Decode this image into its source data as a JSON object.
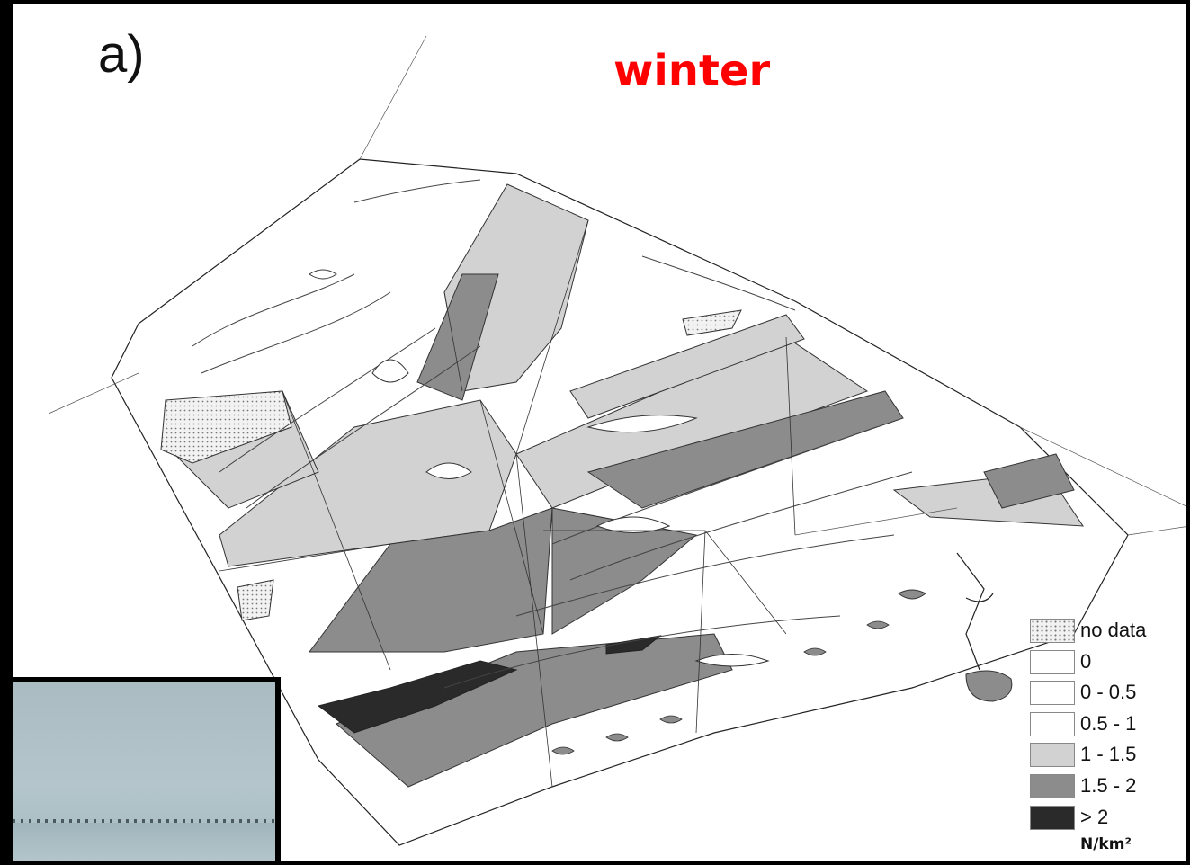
{
  "figure": {
    "panel_label": "a)",
    "season_title": "winter",
    "title_color": "#ff0000"
  },
  "legend": {
    "unit": "N/km²",
    "items": [
      {
        "label": "no data",
        "pattern": "stipple",
        "color": "#e8e8e8"
      },
      {
        "label": "0",
        "color": "#ffffff"
      },
      {
        "label": "0 - 0.5",
        "color": "#ffffff"
      },
      {
        "label": "0.5 - 1",
        "color": "#ffffff"
      },
      {
        "label": "1 - 1.5",
        "color": "#d2d2d2"
      },
      {
        "label": "1.5 - 2",
        "color": "#8c8c8c"
      },
      {
        "label": "> 2",
        "color": "#2a2a2a"
      }
    ]
  },
  "inset": {
    "icon": "sea-horizon-photo"
  }
}
